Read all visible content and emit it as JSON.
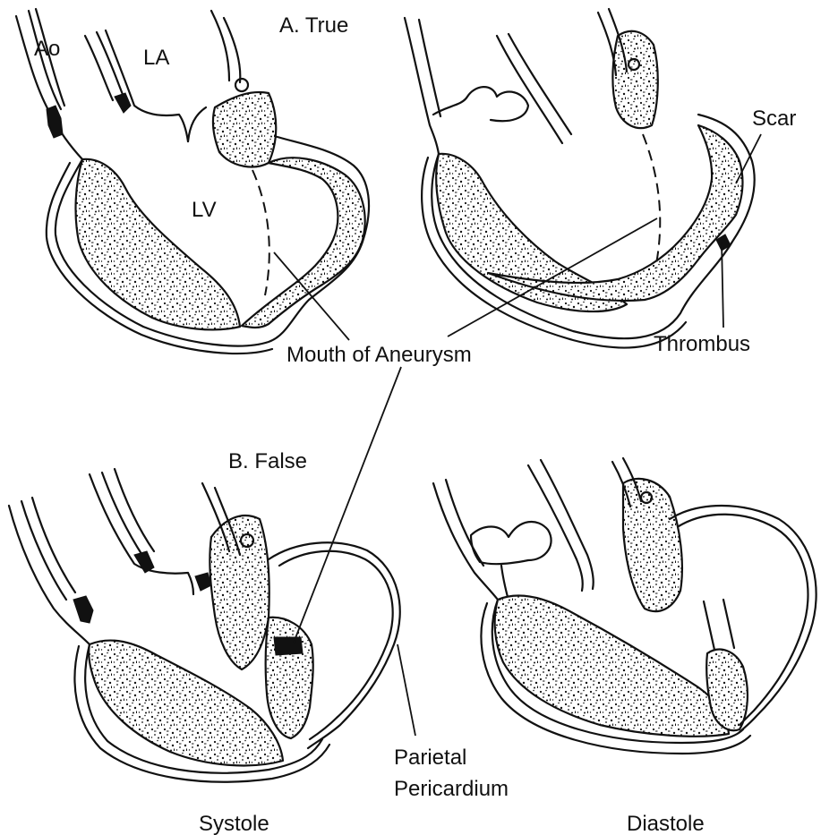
{
  "labels": {
    "ao": "Ao",
    "la": "LA",
    "lv": "LV",
    "true_title": "A. True",
    "false_title": "B. False",
    "scar": "Scar",
    "thrombus": "Thrombus",
    "mouth": "Mouth of Aneurysm",
    "parietal_1": "Parietal",
    "parietal_2": "Pericardium",
    "systole": "Systole",
    "diastole": "Diastole"
  },
  "colors": {
    "ink": "#111111",
    "paper": "#ffffff"
  }
}
